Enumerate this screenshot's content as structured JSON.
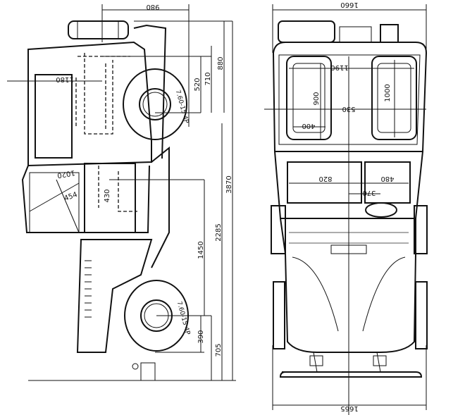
{
  "side_view": {
    "dims": {
      "top_width": "980",
      "roof_height": "880",
      "tube_height": "710",
      "window_height": "520",
      "cabin_length": "1180",
      "total_height": "3870",
      "ground_clear": "2285",
      "lower_height": "1450",
      "axle_height": "390",
      "bottom_clear": "705",
      "seat_depth": "1020",
      "seat_angle": "454",
      "seat_height": "430"
    },
    "tire_front": "7.60-15 4P",
    "tire_rear": "7.60-15 4P"
  },
  "top_view": {
    "dims": {
      "total_width": "1660",
      "ski_width": "1665",
      "inner_width": "1190",
      "seat_left_height": "900",
      "seat_right_height": "1000",
      "center_gap": "530",
      "seat_width": "400",
      "bench_width": "820",
      "box_width": "480",
      "small_gap": "370"
    }
  }
}
